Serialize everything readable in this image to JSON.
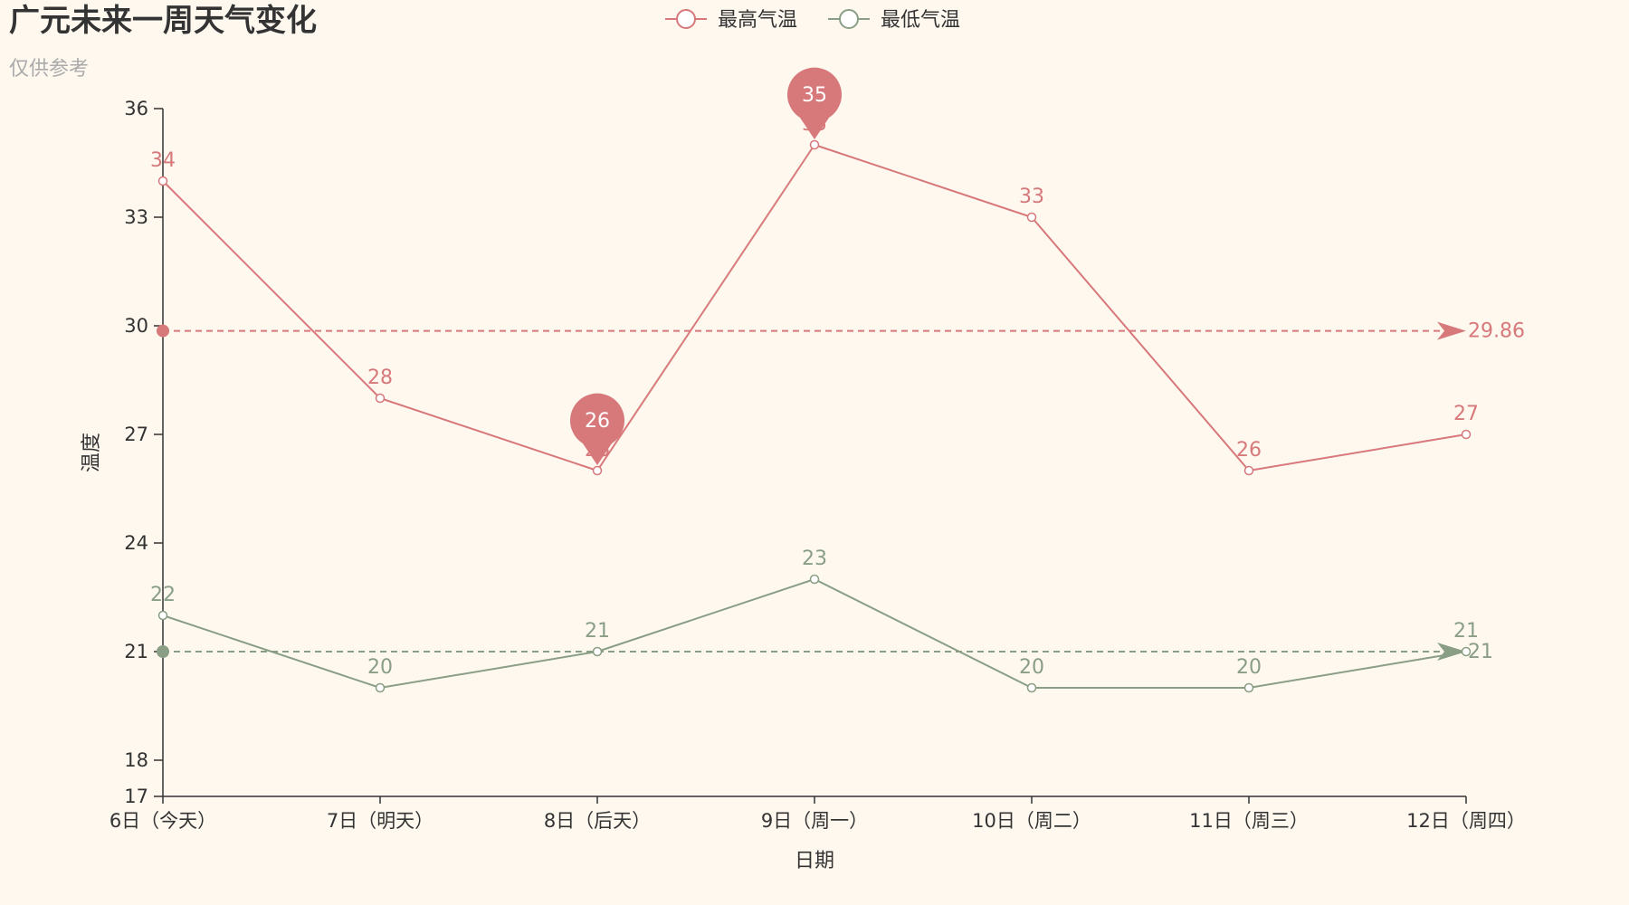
{
  "chart_data": {
    "type": "line",
    "title": "广元未来一周天气变化",
    "subtitle": "仅供参考",
    "xlabel": "日期",
    "ylabel": "温度",
    "categories": [
      "6日（今天）",
      "7日（明天）",
      "8日（后天）",
      "9日（周一）",
      "10日（周二）",
      "11日（周三）",
      "12日（周四）"
    ],
    "ylim": [
      17,
      36
    ],
    "yticks": [
      17,
      18,
      21,
      24,
      27,
      30,
      33,
      36
    ],
    "legend_position": "top-center",
    "grid": false,
    "series": [
      {
        "name": "最高气温",
        "color": "#d7797b",
        "values": [
          34,
          28,
          26,
          35,
          33,
          26,
          27
        ],
        "mark_points": [
          {
            "type": "max",
            "label": "35",
            "index": 3
          },
          {
            "type": "min",
            "label": "26",
            "index": 2
          }
        ],
        "mark_line": {
          "type": "average",
          "value": 29.86,
          "label": "29.86"
        }
      },
      {
        "name": "最低气温",
        "color": "#8a9e86",
        "values": [
          22,
          20,
          21,
          23,
          20,
          20,
          21
        ],
        "mark_points": [],
        "mark_line": {
          "type": "average",
          "value": 21,
          "label": "21"
        }
      }
    ]
  }
}
